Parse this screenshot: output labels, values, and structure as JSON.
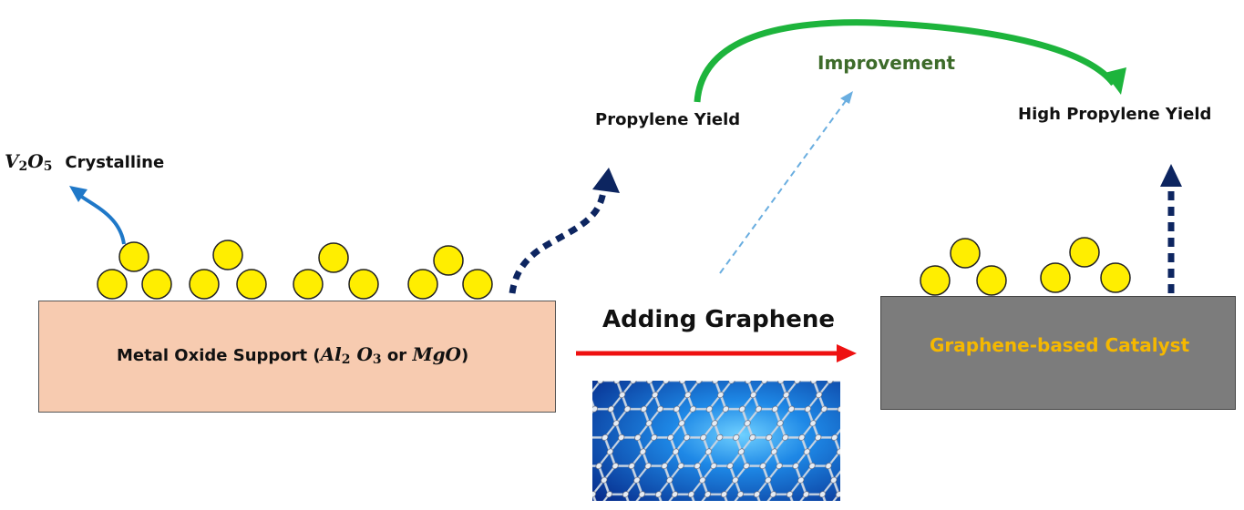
{
  "labels": {
    "crystalline_species": "V",
    "crystalline_sub1": "2",
    "crystalline_o": "O",
    "crystalline_sub2": "5",
    "crystalline_text": "Crystalline",
    "support_prefix": "Metal Oxide Support (",
    "support_al": "Al",
    "support_al_sub": "2",
    "support_o": "O",
    "support_o_sub": "3",
    "support_or": " or ",
    "support_mgo": "MgO",
    "support_suffix": ")",
    "propylene_yield": "Propylene Yield",
    "improvement": "Improvement",
    "high_propylene_yield": "High Propylene Yield",
    "adding_graphene": "Adding Graphene",
    "graphene_catalyst": "Graphene-based Catalyst"
  },
  "colors": {
    "support_fill": "#f7cbb0",
    "catalyst_fill": "#7c7c7c",
    "particle_fill": "#ffee00",
    "improvement_arrow": "#1db43c",
    "improvement_text": "#3d6b2a",
    "catalyst_text": "#f5b800",
    "adding_arrow": "#ee1111",
    "dotted_arrow": "#0d2560",
    "crystalline_arrow": "#1f78c8",
    "dashed_arrow": "#6aaee0"
  }
}
